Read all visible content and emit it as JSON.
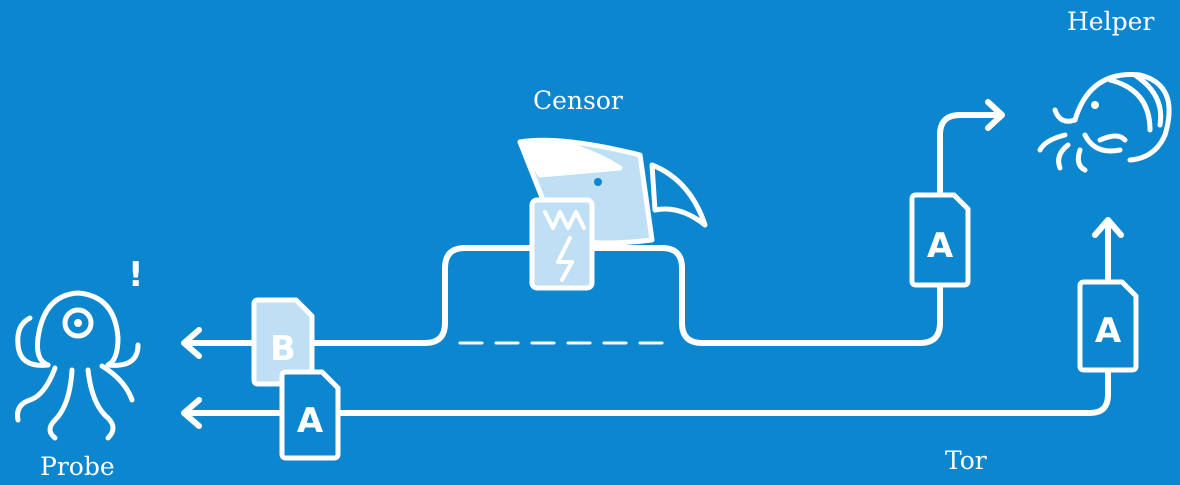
{
  "labels": {
    "probe": "Probe",
    "censor": "Censor",
    "helper": "Helper",
    "tor": "Tor"
  },
  "documents": {
    "b_label": "B",
    "a_label": "A"
  },
  "alert": "!",
  "colors": {
    "background": "#0c86cf",
    "line": "#ffffff",
    "doc_fill_tampered": "#bfe0f4"
  },
  "icons": {
    "probe": "octopus-icon",
    "censor": "shark-icon",
    "helper": "hermit-crab-icon"
  }
}
